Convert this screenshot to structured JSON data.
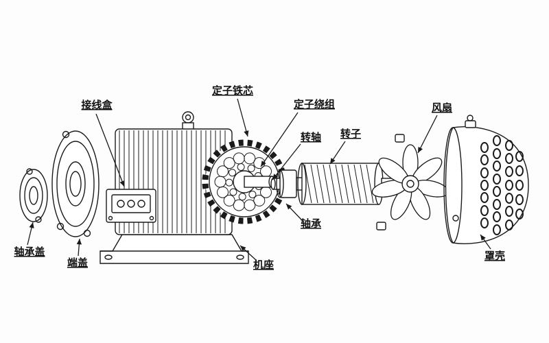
{
  "figure": {
    "kind": "exploded-view-diagram-of-electric-motor",
    "background_color": "#fdfdfd",
    "line_color": "#1a1a1a",
    "text_color": "#111111"
  },
  "labels": {
    "junction_box": "接线盒",
    "stator_core": "定子铁芯",
    "stator_winding": "定子绕组",
    "shaft": "转轴",
    "rotor": "转子",
    "fan": "风扇",
    "bearing_cap": "轴承盖",
    "end_cover": "端盖",
    "bearing": "轴承",
    "frame": "机座",
    "shell": "罩壳"
  }
}
